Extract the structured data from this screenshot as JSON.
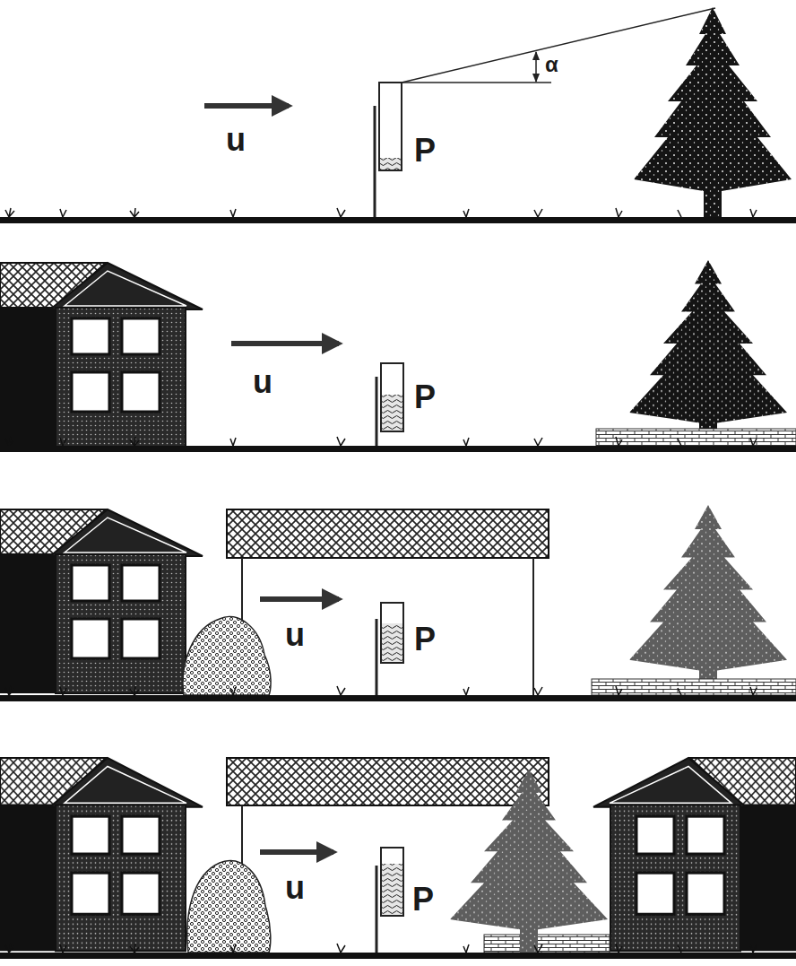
{
  "diagram": {
    "labels": [
      "α",
      "u",
      "P",
      "u",
      "P",
      "u",
      "P",
      "u",
      "P"
    ]
  }
}
